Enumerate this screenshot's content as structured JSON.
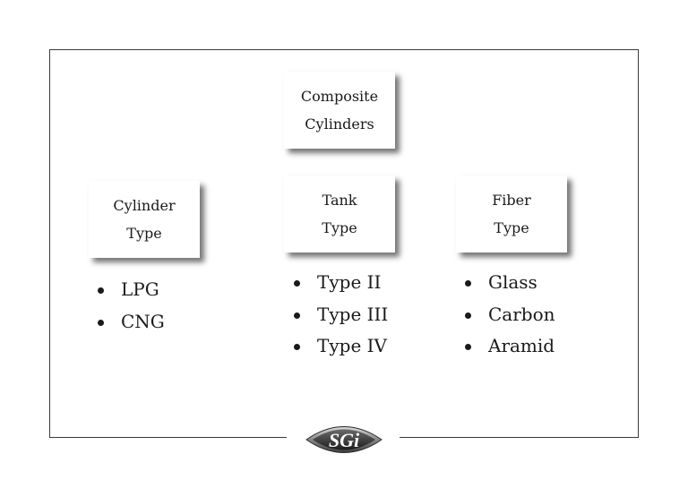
{
  "root": {
    "line1": "Composite",
    "line2": "Cylinders"
  },
  "categories": [
    {
      "line1": "Cylinder",
      "line2": "Type",
      "items": [
        "LPG",
        "CNG"
      ]
    },
    {
      "line1": "Tank",
      "line2": "Type",
      "items": [
        "Type II",
        "Type III",
        "Type IV"
      ]
    },
    {
      "line1": "Fiber",
      "line2": "Type",
      "items": [
        "Glass",
        "Carbon",
        "Aramid"
      ]
    }
  ],
  "logo": {
    "text": "SGi"
  }
}
